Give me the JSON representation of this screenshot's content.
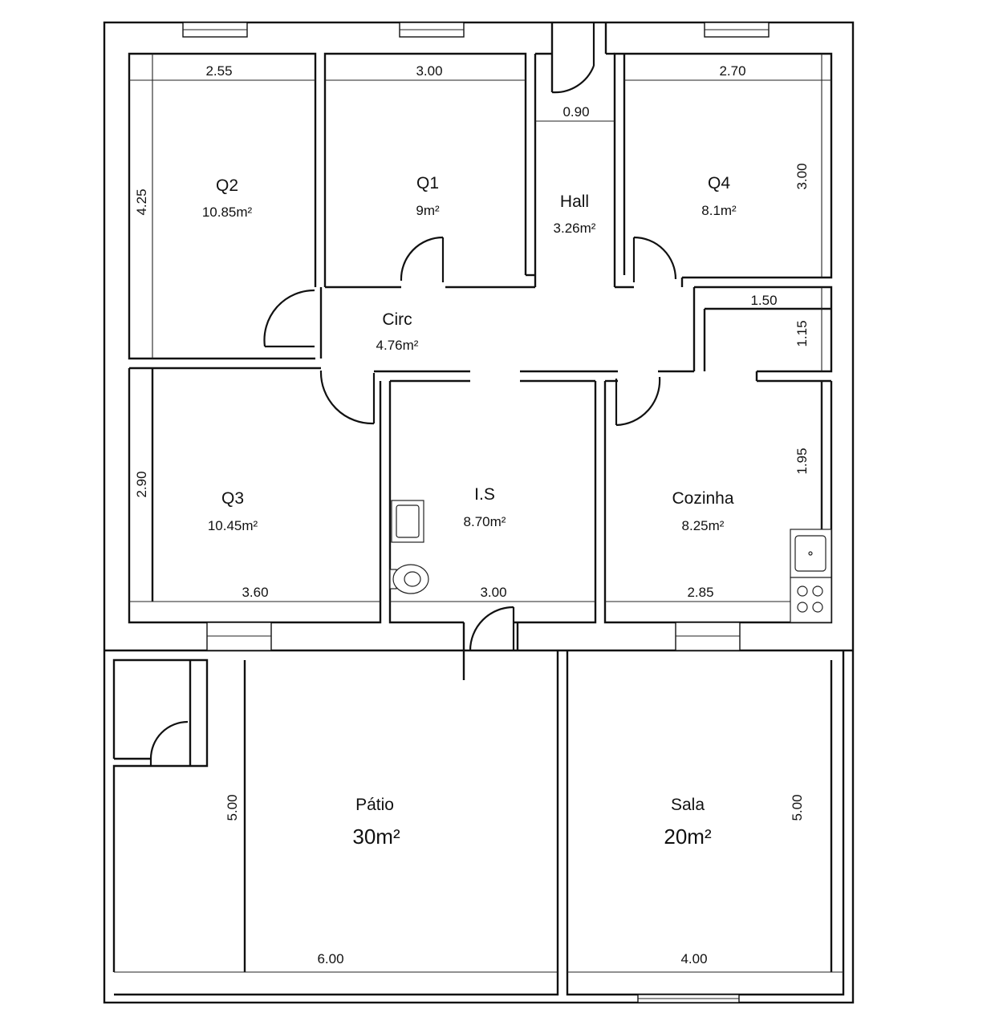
{
  "rooms": {
    "q2": {
      "name": "Q2",
      "area": "10.85m²"
    },
    "q1": {
      "name": "Q1",
      "area": "9m²"
    },
    "hall": {
      "name": "Hall",
      "area": "3.26m²"
    },
    "q4": {
      "name": "Q4",
      "area": "8.1m²"
    },
    "circ": {
      "name": "Circ",
      "area": "4.76m²"
    },
    "q3": {
      "name": "Q3",
      "area": "10.45m²"
    },
    "is": {
      "name": "I.S",
      "area": "8.70m²"
    },
    "cozinha": {
      "name": "Cozinha",
      "area": "8.25m²"
    },
    "patio": {
      "name": "Pátio",
      "area": "30m²"
    },
    "sala": {
      "name": "Sala",
      "area": "20m²"
    }
  },
  "dimensions": {
    "q2_width": "2.55",
    "q1_width": "3.00",
    "hall_width": "0.90",
    "q4_width": "2.70",
    "q2_height": "4.25",
    "q4_height": "3.00",
    "pantry_width": "1.50",
    "pantry_height": "1.15",
    "cozinha_height": "1.95",
    "q3_height": "2.90",
    "q3_width": "3.60",
    "is_width": "3.00",
    "cozinha_width": "2.85",
    "patio_height": "5.00",
    "sala_height": "5.00",
    "patio_width": "6.00",
    "sala_width": "4.00"
  }
}
